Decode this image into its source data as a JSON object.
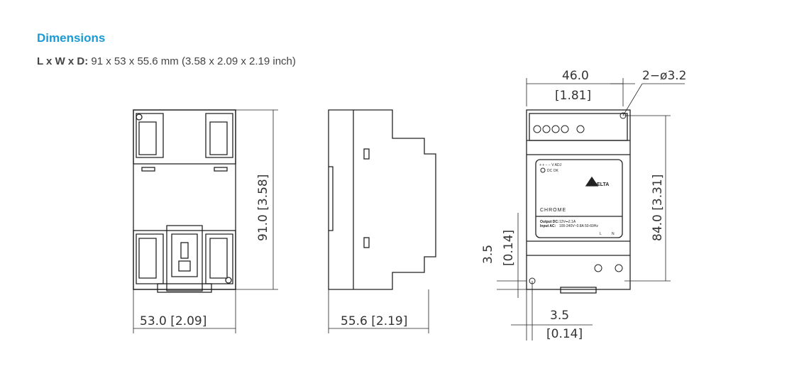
{
  "section_title": "Dimensions",
  "spec": {
    "label": "L x W x D:",
    "value": "91 x 53 x 55.6 mm (3.58 x 2.09 x 2.19 inch)"
  },
  "top_view": {
    "height_dim": "91.0  [3.58]",
    "width_dim": "53.0  [2.09]"
  },
  "side_view": {
    "depth_dim": "55.6  [2.19]"
  },
  "front_view": {
    "width_mm": "46.0",
    "width_in": "[1.81]",
    "hole_dim": "2−ø3.2",
    "height_dim": "84.0  [3.31]",
    "offset_v_mm": "3.5",
    "offset_v_in": "[0.14]",
    "offset_h_mm": "3.5",
    "offset_h_in": "[0.14]",
    "label": {
      "terminals": "+   +   −   −     V ADJ",
      "dc_ok": "DC OK",
      "brand": "DELTA",
      "series": "CHROME",
      "output": "Output DC:",
      "output_val": "12V⎓2.1A",
      "input": "Input AC:",
      "input_val": "100-240V~0.8A 50-60Hz",
      "l": "L",
      "n": "N"
    }
  }
}
